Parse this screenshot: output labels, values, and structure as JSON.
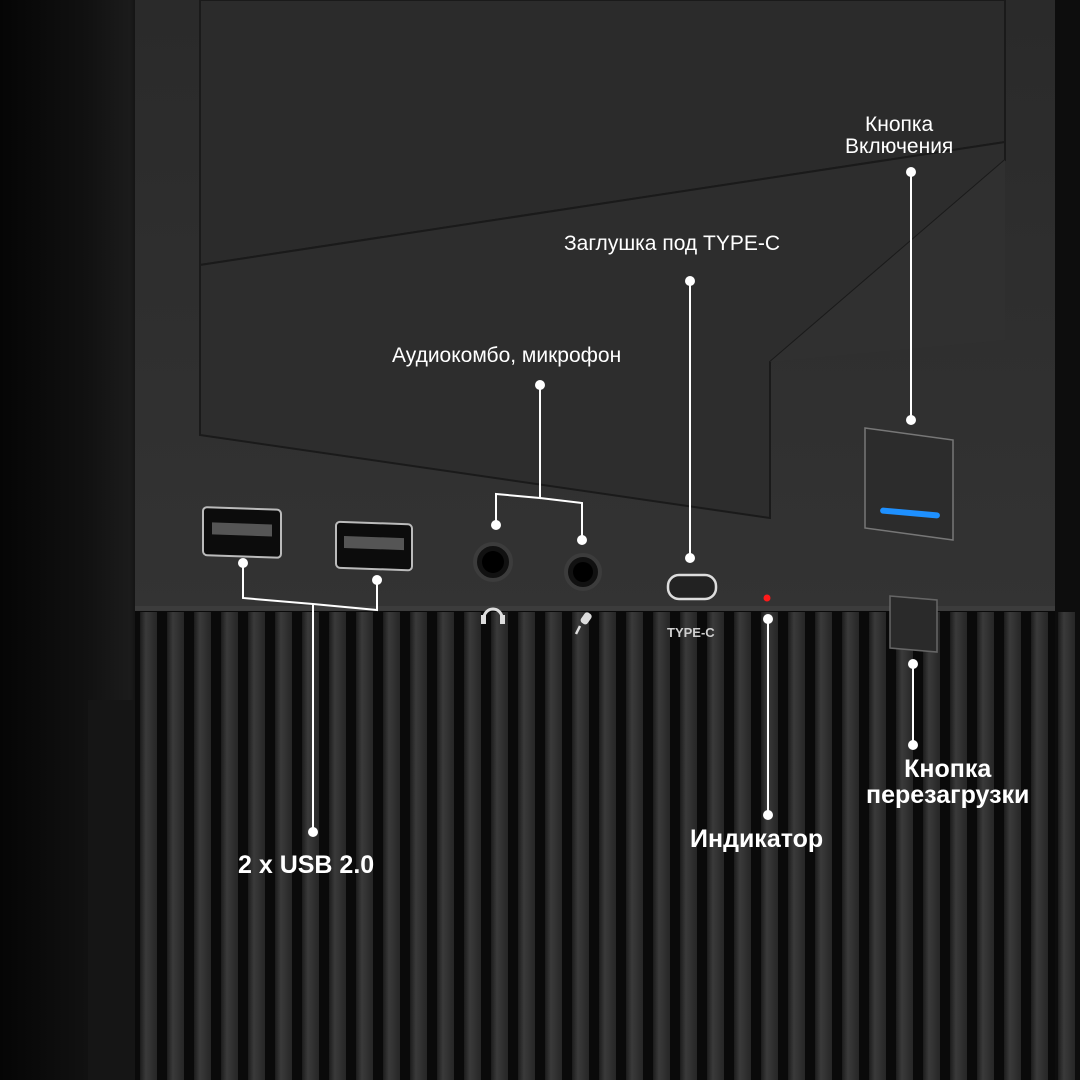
{
  "callouts": {
    "power_button": {
      "line1": "Кнопка",
      "line2": "Включения"
    },
    "type_c_cover": "Заглушка под TYPE-C",
    "audio_combo": "Аудиокомбо, микрофон",
    "usb": "2 x USB 2.0",
    "indicator": "Индикатор",
    "reset_button": {
      "line1": "Кнопка",
      "line2": "перезагрузки"
    }
  },
  "port_labels": {
    "type_c": "TYPE-C"
  },
  "colors": {
    "panel": "#2f2f2f",
    "power_led": "#1e90ff",
    "indicator_led": "#ff1a1a",
    "callout": "#ffffff"
  }
}
